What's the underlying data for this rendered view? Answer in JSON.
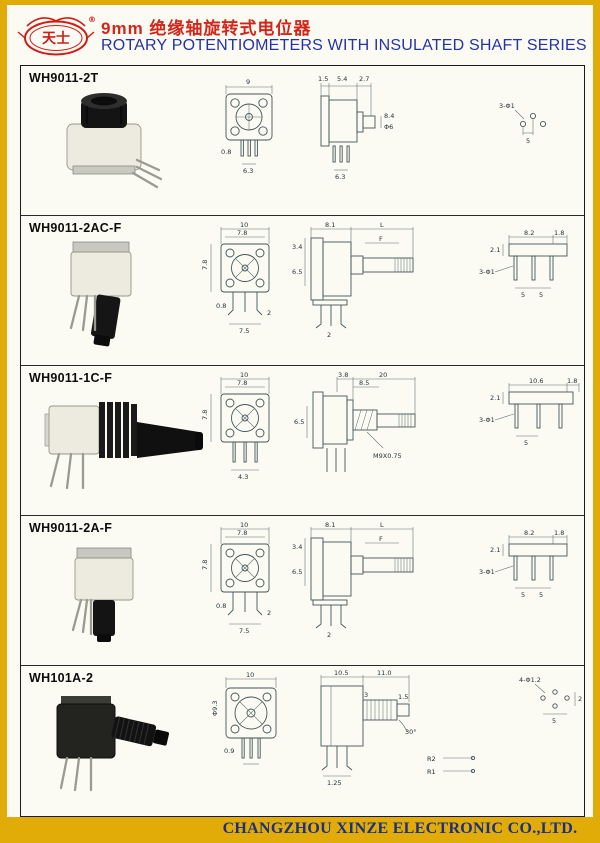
{
  "header": {
    "logo_text": "天士",
    "registered_mark": "®",
    "title_cn": "9mm 绝缘轴旋转式电位器",
    "title_en": "ROTARY POTENTIOMETERS WITH INSULATED SHAFT SERIES"
  },
  "footer": {
    "company": "CHANGZHOU XINZE ELECTRONIC CO.,LTD."
  },
  "colors": {
    "border_yellow": "#e2ac08",
    "title_red": "#d2261b",
    "title_blue": "#2433a8",
    "footer_navy": "#1c2f80"
  },
  "rows": [
    {
      "model": "WH9011-2T",
      "front": {
        "d_top": "9",
        "d_pin_w": "0.8",
        "d_pin_span": "6.3"
      },
      "side": {
        "d1": "1.5",
        "d2": "5.4",
        "d3": "2.7",
        "d4": "8.4",
        "d5": "Φ6",
        "d6": "6.3"
      },
      "detail": {
        "label": "3-Φ1",
        "pitch": "5"
      }
    },
    {
      "model": "WH9011-2AC-F",
      "front": {
        "d_top": "10",
        "d_top2": "7.8",
        "d_left": "7.8",
        "d_pin_span": "7.5",
        "d_pin_w": "0.8",
        "d_off": "2"
      },
      "side": {
        "d1": "8.1",
        "d2": "L",
        "d3": "F",
        "d4": "3.4",
        "d5": "6.5",
        "d6": "2"
      },
      "detail": {
        "d1": "8.2",
        "d2": "1.8",
        "d3": "2.1",
        "label": "3-Φ1",
        "pitch": "5"
      }
    },
    {
      "model": "WH9011-1C-F",
      "front": {
        "d_top": "10",
        "d_top2": "7.8",
        "d_left": "7.8",
        "d_bottom": "4.3"
      },
      "side": {
        "d1": "3.8",
        "d2": "20",
        "d3": "8.5",
        "d4": "6.5",
        "thread": "M9X0.75"
      },
      "detail": {
        "d1": "10.6",
        "d2": "1.8",
        "d3": "2.1",
        "label": "3-Φ1",
        "pitch": "5"
      }
    },
    {
      "model": "WH9011-2A-F",
      "front": {
        "d_top": "10",
        "d_top2": "7.8",
        "d_left": "7.8",
        "d_pin_span": "7.5",
        "d_pin_w": "0.8",
        "d_off": "2"
      },
      "side": {
        "d1": "8.1",
        "d2": "L",
        "d3": "F",
        "d4": "3.4",
        "d5": "6.5",
        "d6": "2"
      },
      "detail": {
        "d1": "8.2",
        "d2": "1.8",
        "d3": "2.1",
        "label": "3-Φ1",
        "pitch": "5"
      }
    },
    {
      "model": "WH101A-2",
      "front": {
        "d_top": "10",
        "d_circle": "Φ9.3",
        "d_pin_w": "0.9"
      },
      "side": {
        "d1": "10.5",
        "d2": "11.0",
        "d3": "3",
        "d4": "1.5",
        "angle": "30°",
        "d5": "1.25"
      },
      "detail": {
        "label": "4-Φ1.2",
        "p1": "2",
        "p2": "5",
        "r2": "R2",
        "r1": "R1"
      }
    }
  ]
}
